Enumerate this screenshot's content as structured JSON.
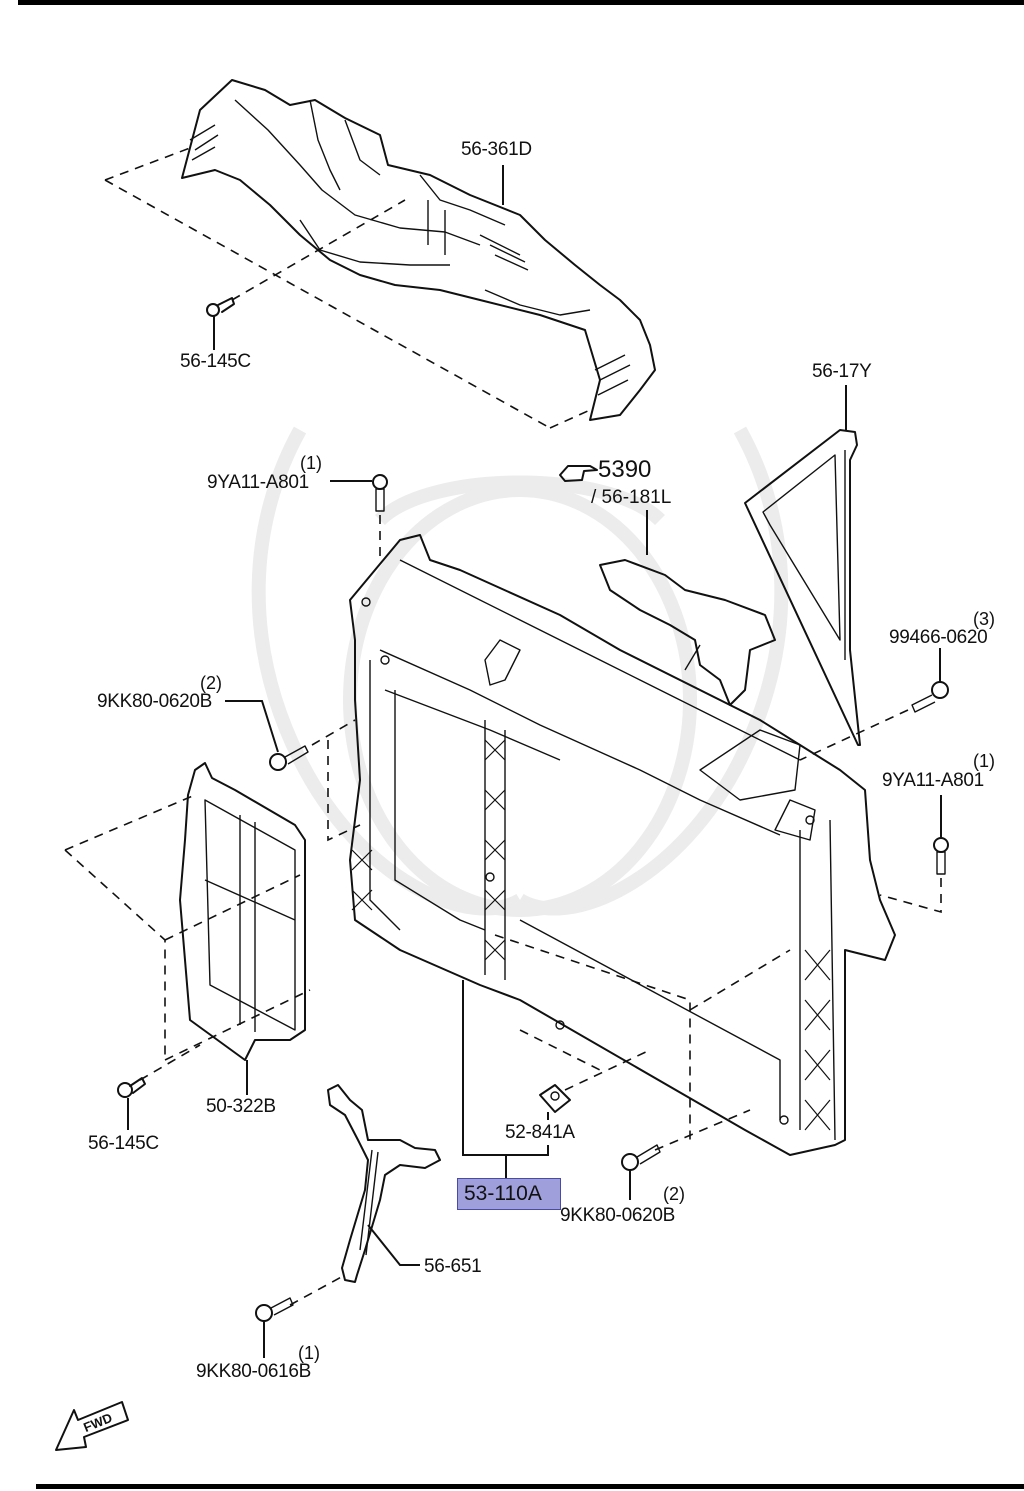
{
  "diagram": {
    "title": "Radiator Core Support Assembly",
    "highlighted_part": "53-110A",
    "highlight_color": "#9f9fdc",
    "reference": {
      "icon": "pointing-hand-icon",
      "group": "5390",
      "sub": "/ 56-181L"
    },
    "fwd_label": "FWD",
    "parts": {
      "p56_361D": {
        "code": "56-361D"
      },
      "p56_145C_top": {
        "code": "56-145C"
      },
      "p9YA11_left": {
        "code": "9YA11-A801",
        "qty": "(1)"
      },
      "p56_17Y": {
        "code": "56-17Y"
      },
      "p99466": {
        "code": "99466-0620",
        "qty": "(3)"
      },
      "p9KK80_left": {
        "code": "9KK80-0620B",
        "qty": "(2)"
      },
      "p9YA11_right": {
        "code": "9YA11-A801",
        "qty": "(1)"
      },
      "p56_145C_bottom": {
        "code": "56-145C"
      },
      "p50_322B": {
        "code": "50-322B"
      },
      "p52_841A": {
        "code": "52-841A"
      },
      "p53_110A": {
        "code": "53-110A"
      },
      "p9KK80_right": {
        "code": "9KK80-0620B",
        "qty": "(2)"
      },
      "p56_651": {
        "code": "56-651"
      },
      "p9KK80_0616B": {
        "code": "9KK80-0616B",
        "qty": "(1)"
      }
    }
  }
}
